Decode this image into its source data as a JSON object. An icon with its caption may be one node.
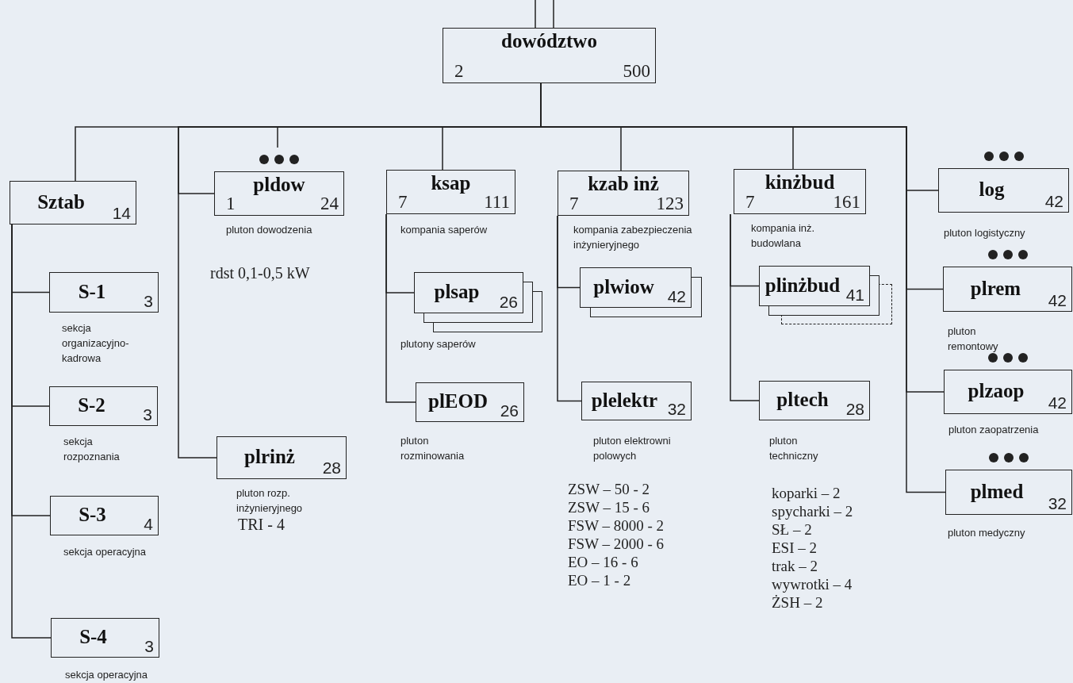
{
  "diagram": {
    "nodes": [
      {
        "text": [
          "dowództwo",
          "2",
          "500"
        ]
      },
      {
        "text": [
          "Sztab",
          "14"
        ]
      },
      {
        "text": [
          "pldow",
          "1",
          "24"
        ],
        "beside": [
          "pluton dowodzenia",
          "rdst 0,1-0,5 kW"
        ]
      },
      {
        "text": [
          "ksap",
          "7",
          "111"
        ],
        "beside": [
          "kompania saperów"
        ]
      },
      {
        "text": [
          "kzab inż",
          "7",
          "123"
        ],
        "beside": [
          "kompania zabezpieczenia inżynieryjnego"
        ]
      },
      {
        "text": [
          "kinżbud",
          "7",
          "161"
        ],
        "beside": [
          "kompania inż. budowlana"
        ]
      },
      {
        "text": [
          "log",
          "42"
        ],
        "beside": [
          "pluton logistyczny"
        ]
      },
      {
        "text": [
          "S-1",
          "3"
        ],
        "beside": [
          "sekcja organizacyjno-kadrowa"
        ]
      },
      {
        "text": [
          "S-2",
          "3"
        ],
        "beside": [
          "sekcja rozpoznania"
        ]
      },
      {
        "text": [
          "S-3",
          "4"
        ],
        "beside": [
          "sekcja operacyjna"
        ]
      },
      {
        "text": [
          "S-4",
          "3"
        ],
        "beside": [
          "sekcja operacyjna"
        ]
      },
      {
        "text": [
          "plrinż",
          "28"
        ],
        "beside": [
          "pluton rozp. inżynieryjnego",
          "TRI - 4"
        ]
      },
      {
        "text": [
          "plsap",
          "26"
        ],
        "beside": [
          "plutony saperów"
        ]
      },
      {
        "text": [
          "plEOD",
          "26"
        ],
        "beside": [
          "pluton rozminowania"
        ]
      },
      {
        "text": [
          "plwiow",
          "42"
        ]
      },
      {
        "text": [
          "plelektr",
          "32"
        ],
        "beside": [
          "pluton elektrowni polowych",
          "ZSW – 50 - 2",
          "ZSW – 15 - 6",
          "FSW – 8000 - 2",
          "FSW – 2000 - 6",
          "EO – 16 - 6",
          "EO – 1 - 2"
        ]
      },
      {
        "text": [
          "plinżbud",
          "41"
        ]
      },
      {
        "text": [
          "pltech",
          "28"
        ],
        "beside": [
          "pluton techniczny",
          "koparki – 2",
          "spycharki – 2",
          "SŁ – 2",
          "ESI – 2",
          "trak – 2",
          "wywrotki – 4",
          "ŻSH – 2"
        ]
      },
      {
        "text": [
          "plrem",
          "42"
        ],
        "beside": [
          "pluton remontowy"
        ]
      },
      {
        "text": [
          "plzaop",
          "42"
        ],
        "beside": [
          "pluton zaopatrzenia"
        ]
      },
      {
        "text": [
          "plmed",
          "32"
        ],
        "beside": [
          "pluton medyczny"
        ]
      }
    ],
    "edges": [
      {
        "from": null,
        "to": 0,
        "arrow": "none"
      },
      {
        "from": null,
        "to": 0,
        "arrow": "none"
      },
      {
        "from": 0,
        "to": 1,
        "arrow": "none"
      },
      {
        "from": 0,
        "to": 2,
        "arrow": "none"
      },
      {
        "from": 0,
        "to": 11,
        "arrow": "none"
      },
      {
        "from": 0,
        "to": 3,
        "arrow": "none"
      },
      {
        "from": 0,
        "to": 4,
        "arrow": "none"
      },
      {
        "from": 0,
        "to": 5,
        "arrow": "none"
      },
      {
        "from": 0,
        "to": 6,
        "arrow": "none"
      },
      {
        "from": 0,
        "to": 18,
        "arrow": "none"
      },
      {
        "from": 0,
        "to": 19,
        "arrow": "none"
      },
      {
        "from": 0,
        "to": 20,
        "arrow": "none"
      },
      {
        "from": 1,
        "to": 7,
        "arrow": "none"
      },
      {
        "from": 1,
        "to": 8,
        "arrow": "none"
      },
      {
        "from": 1,
        "to": 9,
        "arrow": "none"
      },
      {
        "from": 1,
        "to": 10,
        "arrow": "none"
      },
      {
        "from": 3,
        "to": 12,
        "arrow": "none"
      },
      {
        "from": 3,
        "to": 13,
        "arrow": "none"
      },
      {
        "from": 4,
        "to": 14,
        "arrow": "none"
      },
      {
        "from": 4,
        "to": 15,
        "arrow": "none"
      },
      {
        "from": 5,
        "to": 16,
        "arrow": "none"
      },
      {
        "from": 5,
        "to": 17,
        "arrow": "none"
      }
    ]
  }
}
